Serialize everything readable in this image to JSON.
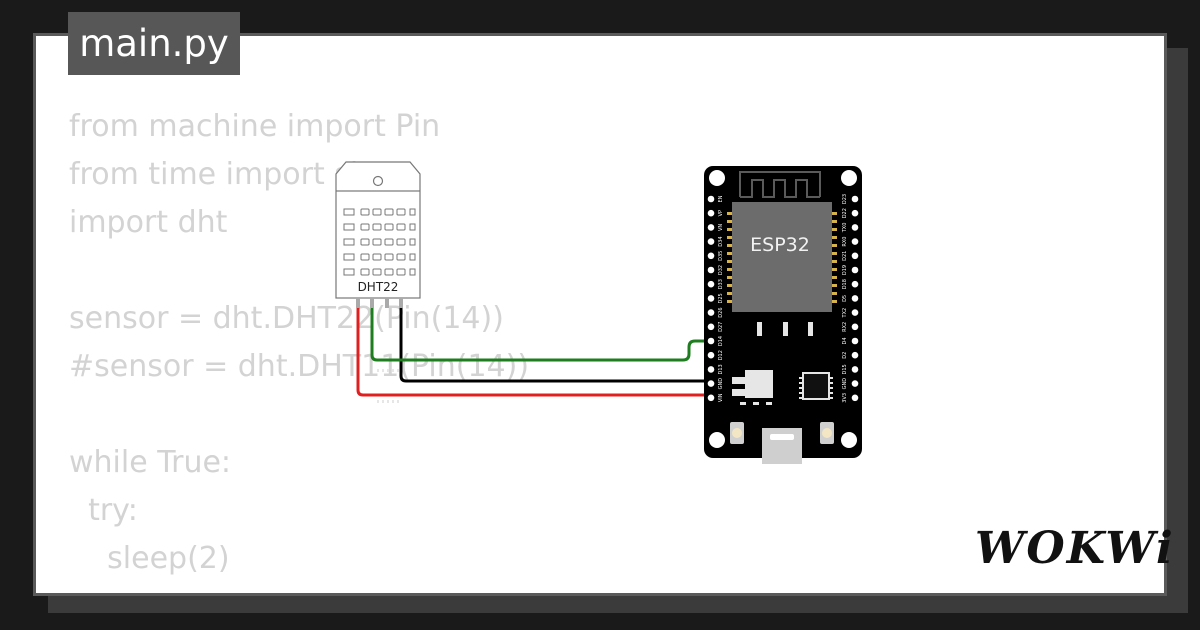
{
  "file_tab": {
    "label": "main.py"
  },
  "code_lines": [
    "from machine import Pin",
    "from time import sleep",
    "import dht",
    "",
    "sensor = dht.DHT22(Pin(14))",
    "#sensor = dht.DHT11(Pin(14))",
    "",
    "while True:",
    "  try:",
    "    sleep(2)"
  ],
  "sensor": {
    "label": "DHT22"
  },
  "board": {
    "label": "ESP32",
    "left_pins": [
      "EN",
      "VP",
      "VN",
      "D34",
      "D35",
      "D32",
      "D33",
      "D25",
      "D26",
      "D27",
      "D14",
      "D12",
      "D13",
      "GND",
      "VIN"
    ],
    "right_pins": [
      "D23",
      "D22",
      "TX0",
      "RX0",
      "D21",
      "D19",
      "D18",
      "D5",
      "TX2",
      "RX2",
      "D4",
      "D2",
      "D15",
      "GND",
      "3V3"
    ]
  },
  "wires": {
    "data": "#1e7d1e",
    "ground": "#000000",
    "power": "#e02020"
  },
  "brand": {
    "label": "WOKWi"
  }
}
